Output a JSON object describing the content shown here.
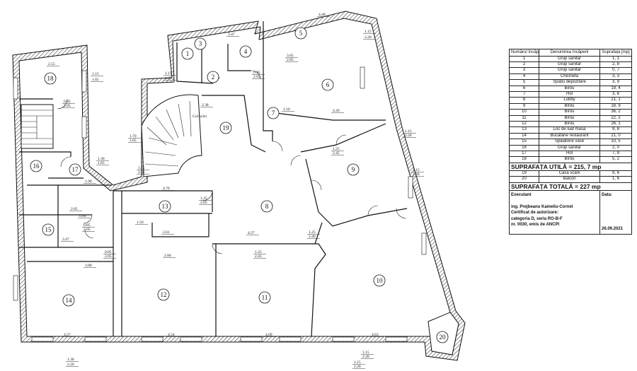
{
  "table": {
    "headers": [
      "Numărul încăperii",
      "Denumirea încăperii",
      "Suprafața [mp]"
    ],
    "rows": [
      {
        "nr": "1",
        "name": "Grup sanitar",
        "area": "1, 1"
      },
      {
        "nr": "2",
        "name": "Grup sanitar",
        "area": "2, 8"
      },
      {
        "nr": "3",
        "name": "Grup sanitar",
        "area": "0, 7"
      },
      {
        "nr": "4",
        "name": "Chicinetă",
        "area": "3, 3"
      },
      {
        "nr": "5",
        "name": "Spațiu depozitare",
        "area": "3, 9"
      },
      {
        "nr": "6",
        "name": "Birou",
        "area": "19, 4"
      },
      {
        "nr": "7",
        "name": "Hol",
        "area": "3, 6"
      },
      {
        "nr": "8",
        "name": "Lobby",
        "area": "21, 1"
      },
      {
        "nr": "9",
        "name": "Birou",
        "area": "18, 9"
      },
      {
        "nr": "10",
        "name": "Birou",
        "area": "36, 2"
      },
      {
        "nr": "11",
        "name": "Birou",
        "area": "22, 2"
      },
      {
        "nr": "12",
        "name": "Birou",
        "area": "26, 1"
      },
      {
        "nr": "13",
        "name": "Loc de luat masa",
        "area": "9, 8"
      },
      {
        "nr": "14",
        "name": "Bucătărie restaurant",
        "area": "21, 0"
      },
      {
        "nr": "15",
        "name": "Spălătorie vase",
        "area": "10, 5"
      },
      {
        "nr": "16",
        "name": "Grup sanitar",
        "area": "2, 0"
      },
      {
        "nr": "17",
        "name": "Hol",
        "area": "7, 9"
      },
      {
        "nr": "18",
        "name": "Birou",
        "area": "5, 2"
      }
    ],
    "util_total": "SUPRAFAȚA  UTILĂ = 215, 7 mp",
    "extra_rows": [
      {
        "nr": "19",
        "name": "Casa scării",
        "area": "9, 6"
      },
      {
        "nr": "20",
        "name": "Balcon",
        "area": "1, 6"
      }
    ],
    "grand_total": "SUPRAFAȚA  TOTALĂ = 227 mp",
    "executant_label": "Executant",
    "data_label": "Data:",
    "executant_lines": [
      "ing. Prejbeanu Kameliu-Cornel",
      "Certificat de autorizare:",
      "categoria D, seria RO-B-F",
      "nr. 0030, emis de ANCPI"
    ],
    "date": "26.09.2021"
  },
  "plan": {
    "rooms": [
      {
        "n": "1"
      },
      {
        "n": "2"
      },
      {
        "n": "3"
      },
      {
        "n": "4"
      },
      {
        "n": "5"
      },
      {
        "n": "6"
      },
      {
        "n": "7"
      },
      {
        "n": "8"
      },
      {
        "n": "9"
      },
      {
        "n": "10"
      },
      {
        "n": "11"
      },
      {
        "n": "12"
      },
      {
        "n": "13"
      },
      {
        "n": "14"
      },
      {
        "n": "15"
      },
      {
        "n": "16"
      },
      {
        "n": "17"
      },
      {
        "n": "18"
      },
      {
        "n": "19"
      },
      {
        "n": "20"
      }
    ],
    "stair_label": "Gol scări",
    "dims": [
      "2.55",
      "1.15",
      "1.65",
      "3.47",
      "4.48",
      "1.15",
      "2.20",
      "0.85",
      "2.05",
      "3.05",
      "2.05",
      "0.95",
      "2.05",
      "1.15",
      "1.65",
      "2.38",
      "1.10",
      "4.26",
      "1.15",
      "2.20",
      "1.70",
      "1.65",
      "1.15",
      "2.05",
      "1.30",
      "1.65",
      "1.90",
      "4.70",
      "1.25",
      "2.05",
      "2.65",
      "0.80",
      "0.85",
      "2.05",
      "1.50",
      "2.61",
      "4.27",
      "1.25",
      "2.40",
      "3.47",
      "0.85",
      "2.05",
      "3.88",
      "2.06",
      "1.25",
      "2.45",
      "4.09",
      "4.63",
      "4.57",
      "4.54",
      "1.15",
      "2.20",
      "1.30",
      "2.20",
      "1.15",
      "2.20",
      "1.25",
      "2.45",
      "1.15",
      "2.20"
    ]
  }
}
